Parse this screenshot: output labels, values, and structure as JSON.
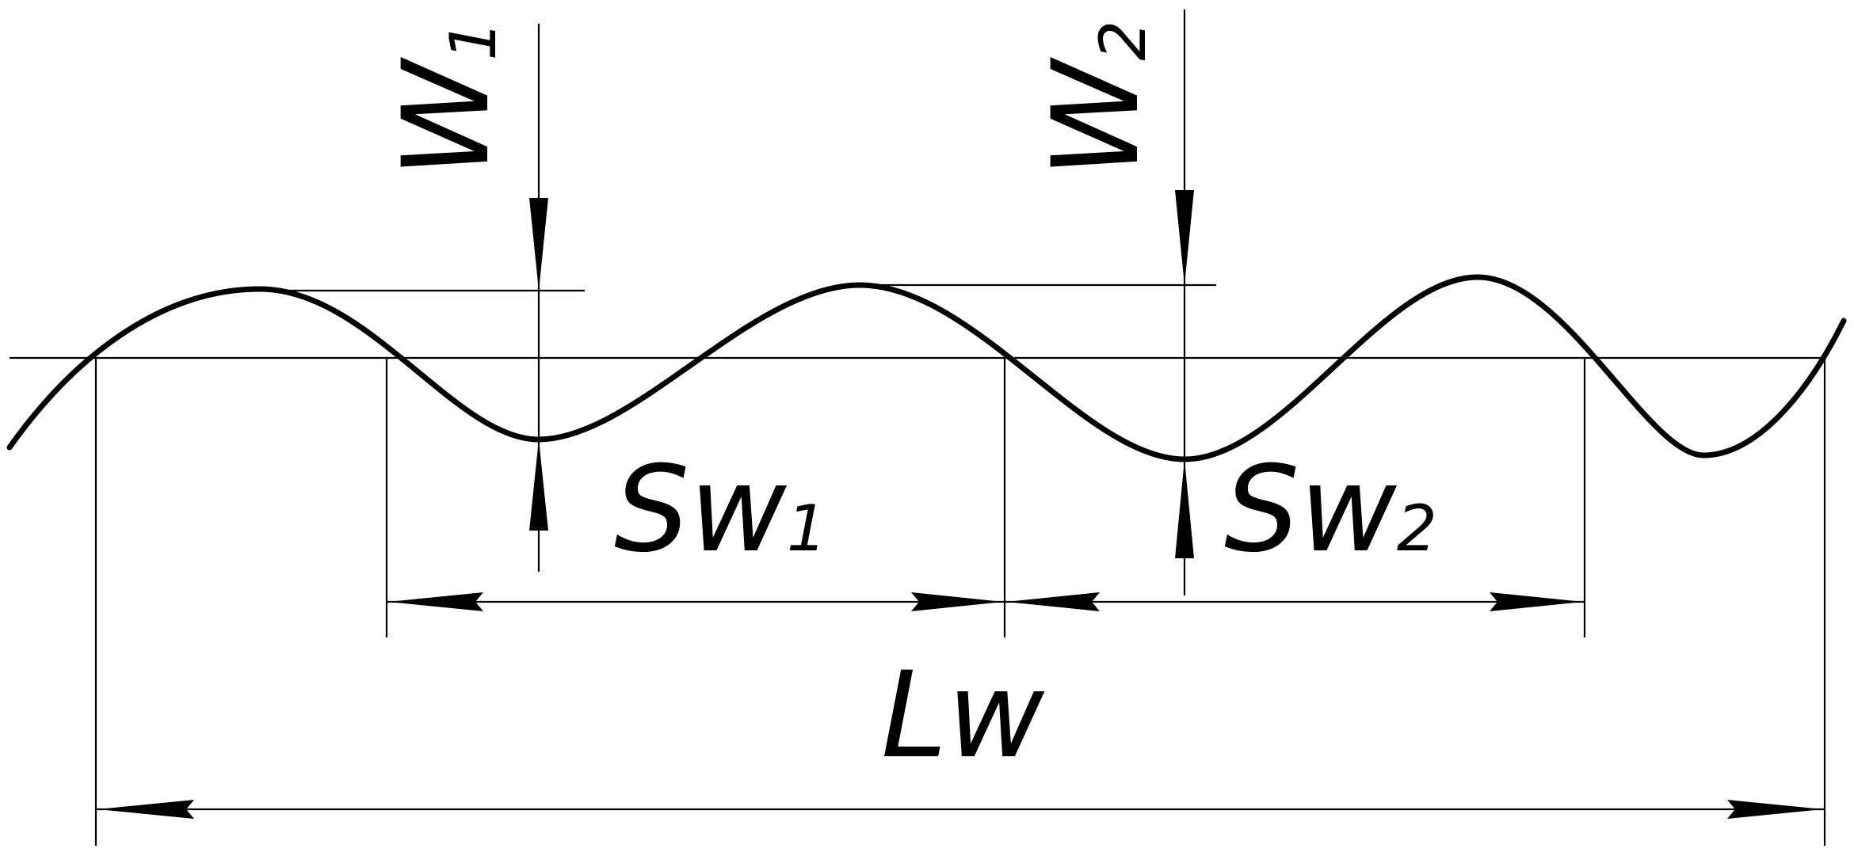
{
  "labels": {
    "w1": {
      "main": "W",
      "sub": "1"
    },
    "w2": {
      "main": "W",
      "sub": "2"
    },
    "sw1": {
      "main": "Sw",
      "sub": "1"
    },
    "sw2": {
      "main": "Sw",
      "sub": "2"
    },
    "lw": "Lw"
  },
  "colors": {
    "stroke": "#000000",
    "background": "#ffffff"
  }
}
